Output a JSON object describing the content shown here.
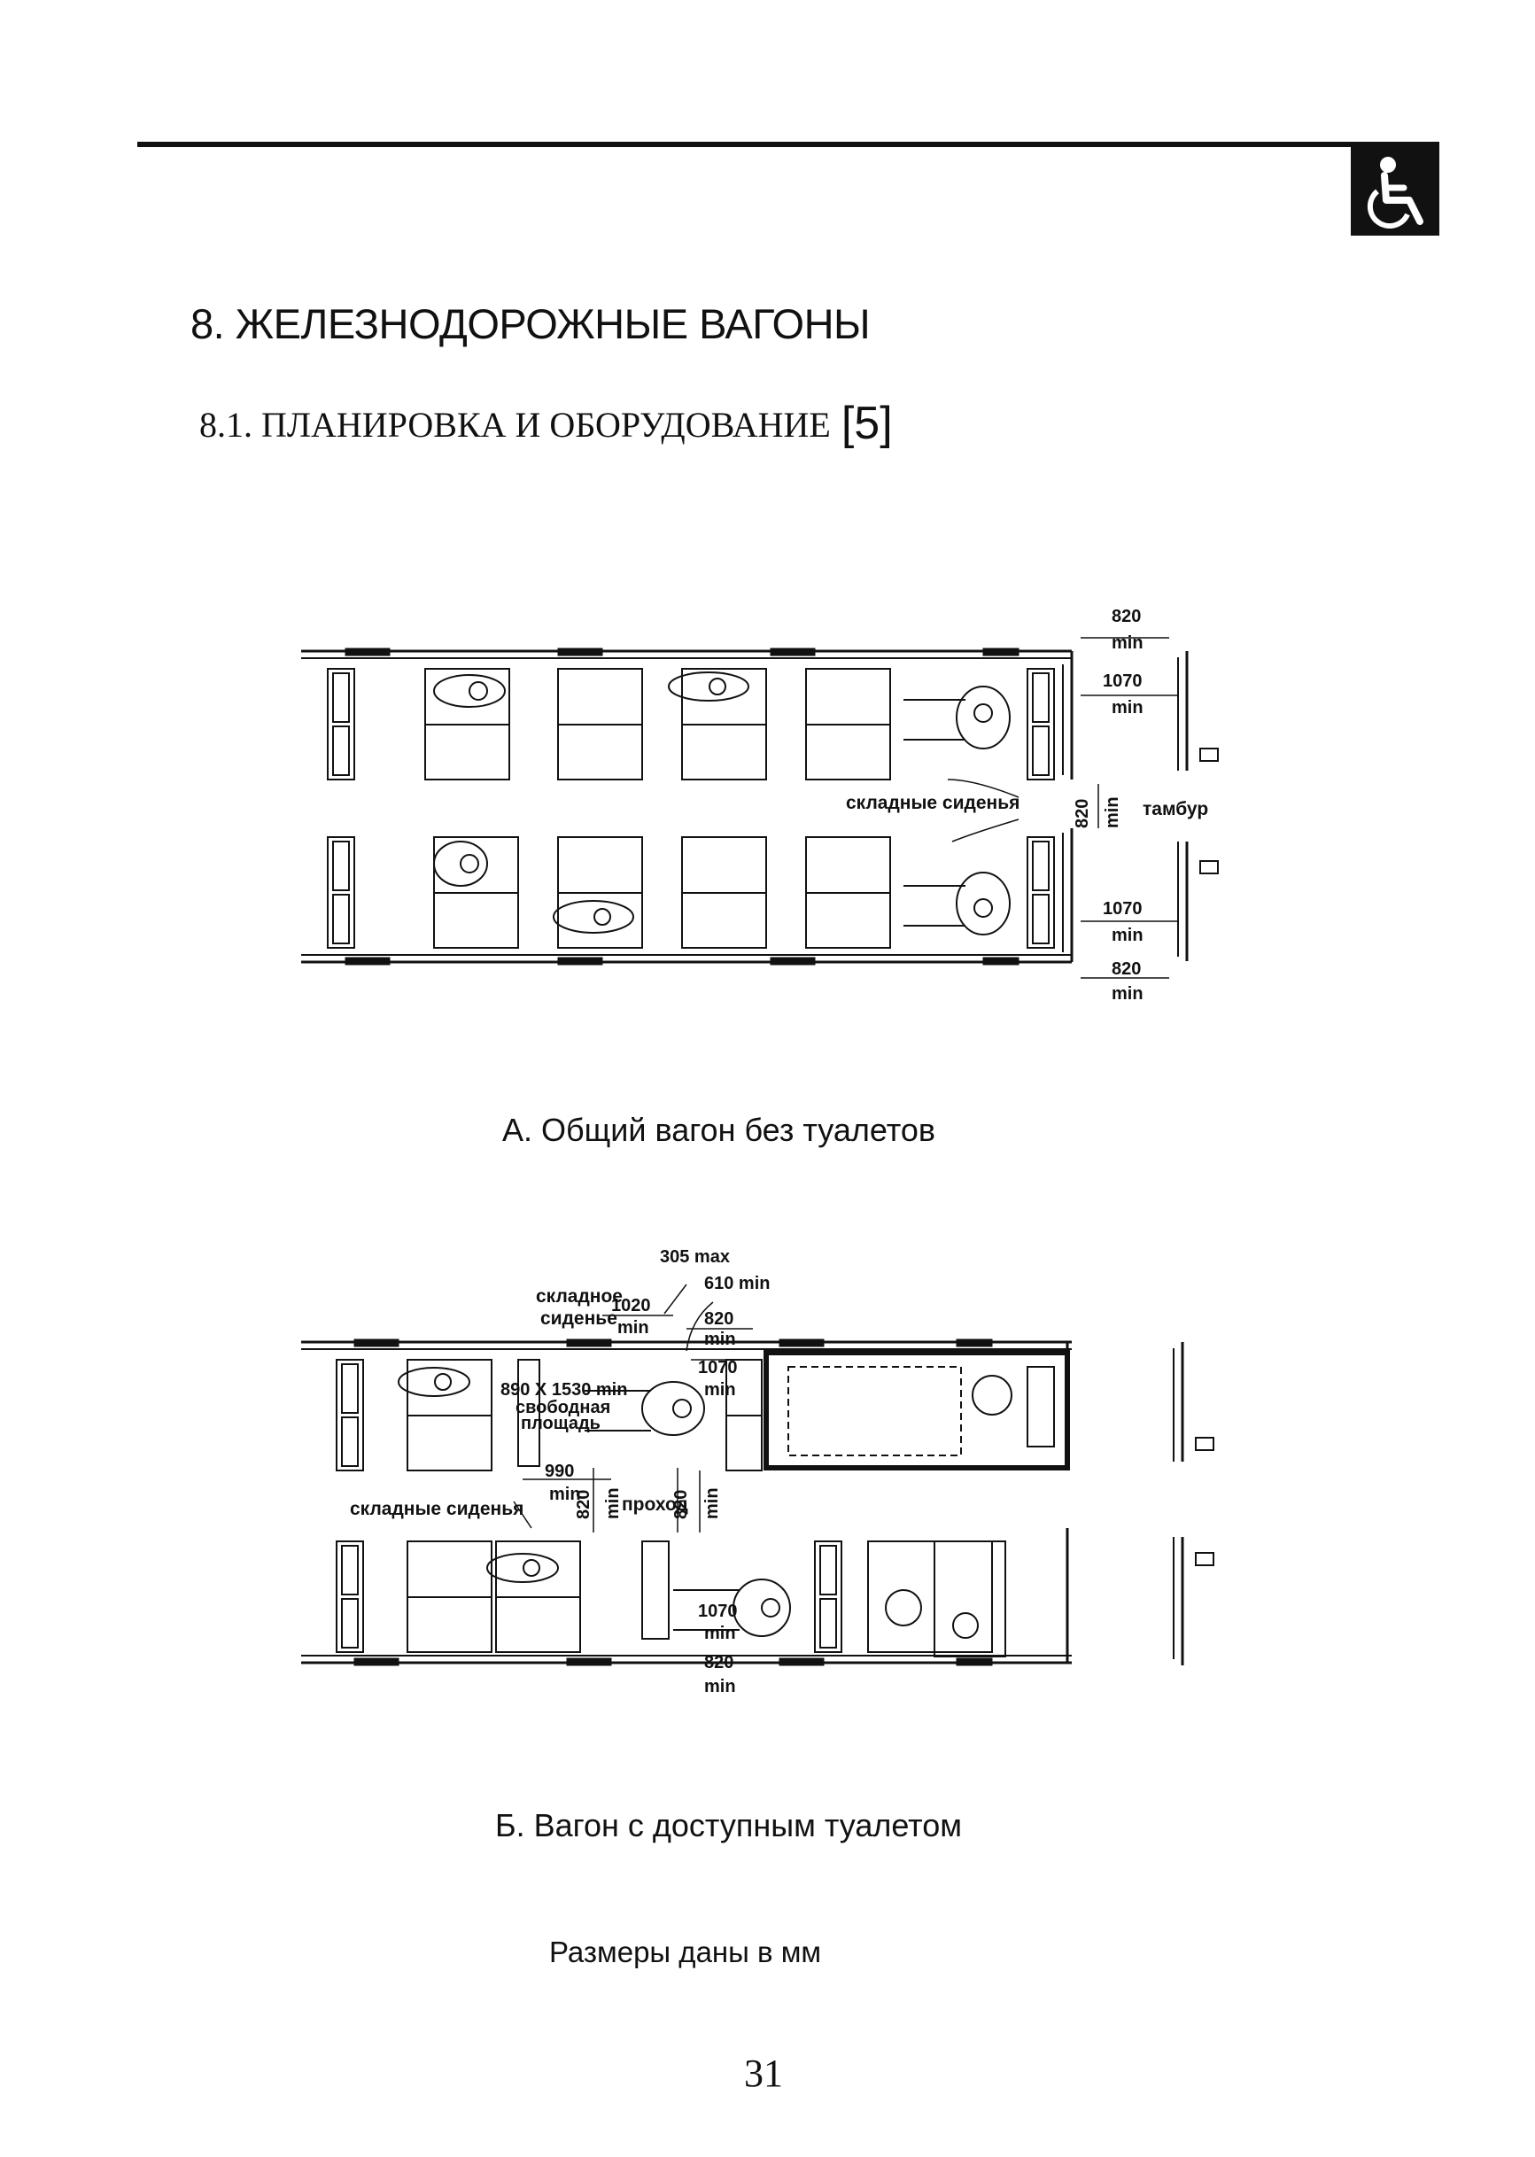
{
  "chapter": {
    "title": "8. ЖЕЛЕЗНОДОРОЖНЫЕ ВАГОНЫ"
  },
  "section": {
    "title": "8.1. ПЛАНИРОВКА И ОБОРУДОВАНИЕ",
    "ref": "[5]"
  },
  "figure_a": {
    "caption": "А. Общий вагон без туалетов",
    "labels": {
      "dim_820_top": "820",
      "min_1": "min",
      "dim_1070_top": "1070",
      "min_2": "min",
      "folding_seats": "складные сиденья",
      "dim_820_vert": "820",
      "min_vert": "min",
      "vestibule": "тамбур",
      "dim_1070_bottom": "1070",
      "min_3": "min",
      "dim_820_bottom": "820",
      "min_4": "min"
    }
  },
  "figure_b": {
    "caption": "Б. Вагон с доступным туалетом",
    "labels": {
      "dim_305": "305 max",
      "dim_610": "610 min",
      "folding_seat_1": "складное",
      "folding_seat_2": "сиденье",
      "dim_1020": "1020",
      "min_1020": "min",
      "dim_820_top": "820",
      "min_1": "min",
      "dim_1070_top": "1070",
      "min_2": "min",
      "free_area_1": "890 X 1530 min",
      "free_area_2": "свободная",
      "free_area_3": "площадь",
      "dim_990": "990",
      "min_990": "min",
      "folding_seats": "складные сиденья",
      "dim_820_v1": "820",
      "min_v1": "min",
      "passage": "проход",
      "dim_820_v2": "820",
      "min_v2": "min",
      "dim_1070_bottom": "1070",
      "min_3": "min",
      "dim_820_bottom": "820",
      "min_4": "min"
    }
  },
  "units_note": "Размеры даны в мм",
  "page_number": "31",
  "icons": {
    "badge": "wheelchair-accessibility-icon"
  }
}
